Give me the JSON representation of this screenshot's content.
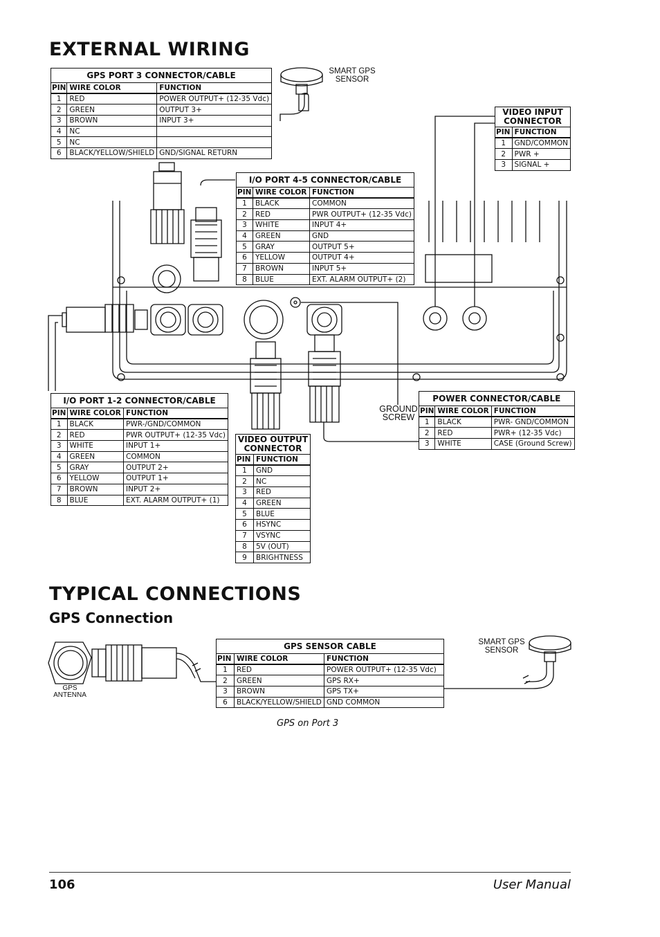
{
  "headings": {
    "external_wiring": "EXTERNAL WIRING",
    "typical_connections": "TYPICAL CONNECTIONS",
    "gps_connection": "GPS Connection"
  },
  "labels": {
    "smart_gps_sensor_top": "SMART GPS\nSENSOR",
    "smart_gps_sensor_bottom": "SMART GPS\nSENSOR",
    "ground_screw": "GROUND\nSCREW",
    "gps_antenna": "GPS\nANTENNA",
    "gps_on_port": "GPS on Port 3"
  },
  "tables": {
    "gps_port3": {
      "title": "GPS PORT 3 CONNECTOR/CABLE",
      "headers": [
        "PIN",
        "WIRE COLOR",
        "FUNCTION"
      ],
      "rows": [
        [
          "1",
          "RED",
          "POWER OUTPUT+ (12-35 Vdc)"
        ],
        [
          "2",
          "GREEN",
          "OUTPUT 3+"
        ],
        [
          "3",
          "BROWN",
          "INPUT 3+"
        ],
        [
          "4",
          "NC",
          ""
        ],
        [
          "5",
          "NC",
          ""
        ],
        [
          "6",
          "BLACK/YELLOW/SHIELD",
          "GND/SIGNAL RETURN"
        ]
      ]
    },
    "video_input": {
      "title": "VIDEO INPUT CONNECTOR",
      "headers": [
        "PIN",
        "FUNCTION"
      ],
      "rows": [
        [
          "1",
          "GND/COMMON"
        ],
        [
          "2",
          "PWR +"
        ],
        [
          "3",
          "SIGNAL +"
        ]
      ]
    },
    "io_port45": {
      "title": "I/O PORT 4-5 CONNECTOR/CABLE",
      "headers": [
        "PIN",
        "WIRE COLOR",
        "FUNCTION"
      ],
      "rows": [
        [
          "1",
          "BLACK",
          "COMMON"
        ],
        [
          "2",
          "RED",
          "PWR OUTPUT+ (12-35 Vdc)"
        ],
        [
          "3",
          "WHITE",
          "INPUT 4+"
        ],
        [
          "4",
          "GREEN",
          "GND"
        ],
        [
          "5",
          "GRAY",
          "OUTPUT 5+"
        ],
        [
          "6",
          "YELLOW",
          "OUTPUT 4+"
        ],
        [
          "7",
          "BROWN",
          "INPUT 5+"
        ],
        [
          "8",
          "BLUE",
          "EXT. ALARM OUTPUT+ (2)"
        ]
      ]
    },
    "io_port12": {
      "title": "I/O PORT 1-2 CONNECTOR/CABLE",
      "headers": [
        "PIN",
        "WIRE COLOR",
        "FUNCTION"
      ],
      "rows": [
        [
          "1",
          "BLACK",
          "PWR-/GND/COMMON"
        ],
        [
          "2",
          "RED",
          "PWR OUTPUT+ (12-35 Vdc)"
        ],
        [
          "3",
          "WHITE",
          "INPUT 1+"
        ],
        [
          "4",
          "GREEN",
          "COMMON"
        ],
        [
          "5",
          "GRAY",
          "OUTPUT 2+"
        ],
        [
          "6",
          "YELLOW",
          "OUTPUT 1+"
        ],
        [
          "7",
          "BROWN",
          "INPUT 2+"
        ],
        [
          "8",
          "BLUE",
          "EXT. ALARM OUTPUT+ (1)"
        ]
      ]
    },
    "video_output": {
      "title": "VIDEO OUTPUT CONNECTOR",
      "headers": [
        "PIN",
        "FUNCTION"
      ],
      "rows": [
        [
          "1",
          "GND"
        ],
        [
          "2",
          "NC"
        ],
        [
          "3",
          "RED"
        ],
        [
          "4",
          "GREEN"
        ],
        [
          "5",
          "BLUE"
        ],
        [
          "6",
          "HSYNC"
        ],
        [
          "7",
          "VSYNC"
        ],
        [
          "8",
          "5V (OUT)"
        ],
        [
          "9",
          "BRIGHTNESS"
        ]
      ]
    },
    "power": {
      "title": "POWER CONNECTOR/CABLE",
      "headers": [
        "PIN",
        "WIRE COLOR",
        "FUNCTION"
      ],
      "rows": [
        [
          "1",
          "BLACK",
          "PWR- GND/COMMON"
        ],
        [
          "2",
          "RED",
          "PWR+ (12-35 Vdc)"
        ],
        [
          "3",
          "WHITE",
          "CASE (Ground Screw)"
        ]
      ]
    },
    "gps_sensor_cable": {
      "title": "GPS SENSOR CABLE",
      "headers": [
        "PIN",
        "WIRE COLOR",
        "FUNCTION"
      ],
      "rows": [
        [
          "1",
          "RED",
          "POWER OUTPUT+ (12-35 Vdc)"
        ],
        [
          "2",
          "GREEN",
          "GPS RX+"
        ],
        [
          "3",
          "BROWN",
          "GPS TX+"
        ],
        [
          "6",
          "BLACK/YELLOW/SHIELD",
          "GND COMMON"
        ]
      ]
    }
  },
  "footer": {
    "page_number": "106",
    "manual_title": "User Manual"
  }
}
